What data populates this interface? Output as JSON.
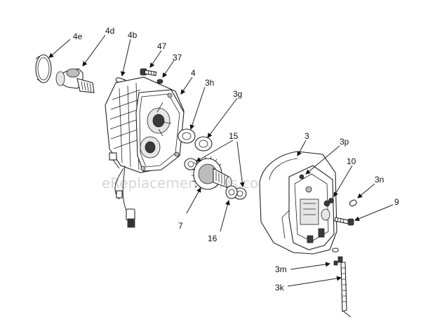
{
  "watermark": "eReplacementParts.com",
  "callouts": [
    {
      "id": "4e",
      "label": "4e"
    },
    {
      "id": "4d",
      "label": "4d"
    },
    {
      "id": "4b",
      "label": "4b"
    },
    {
      "id": "47",
      "label": "47"
    },
    {
      "id": "37",
      "label": "37"
    },
    {
      "id": "4",
      "label": "4"
    },
    {
      "id": "3h",
      "label": "3h"
    },
    {
      "id": "3g",
      "label": "3g"
    },
    {
      "id": "15",
      "label": "15"
    },
    {
      "id": "3",
      "label": "3"
    },
    {
      "id": "3p",
      "label": "3p"
    },
    {
      "id": "10",
      "label": "10"
    },
    {
      "id": "3n",
      "label": "3n"
    },
    {
      "id": "9",
      "label": "9"
    },
    {
      "id": "7",
      "label": "7"
    },
    {
      "id": "16",
      "label": "16"
    },
    {
      "id": "3m",
      "label": "3m"
    },
    {
      "id": "3k",
      "label": "3k"
    }
  ]
}
